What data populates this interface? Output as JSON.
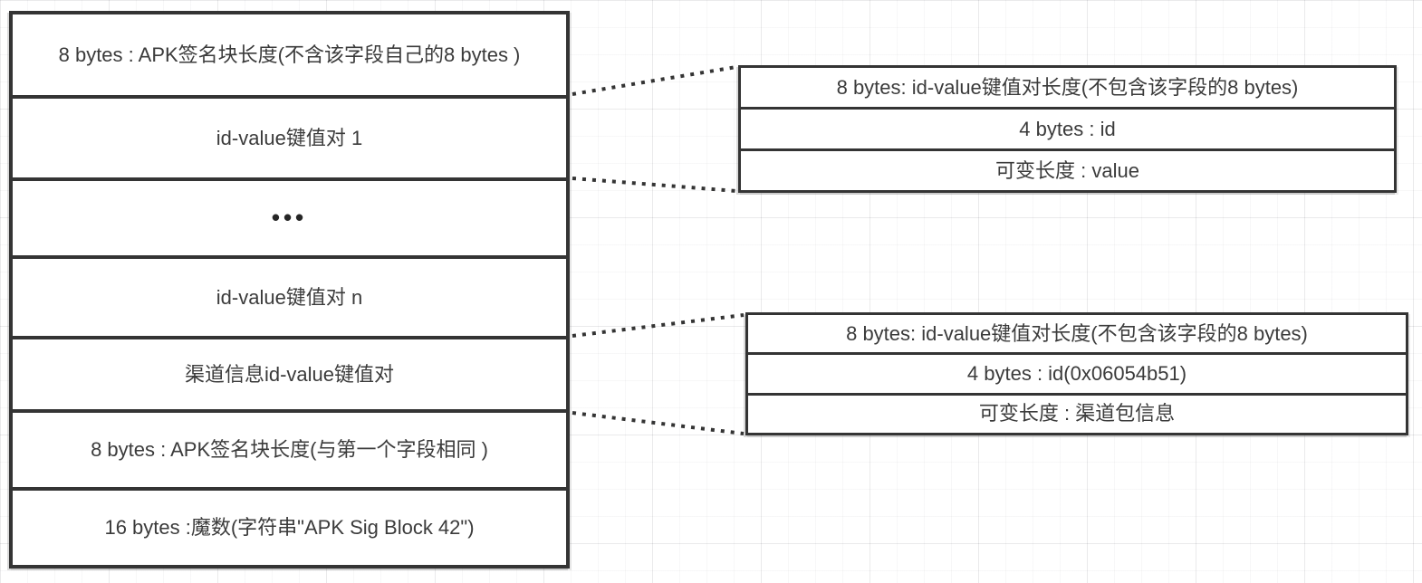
{
  "left_box": {
    "rows": [
      "8 bytes : APK签名块长度(不含该字段自己的8 bytes )",
      "id-value键值对 1",
      "•••",
      "id-value键值对 n",
      "渠道信息id-value键值对",
      "8 bytes : APK签名块长度(与第一个字段相同 )",
      "16 bytes :魔数(字符串\"APK Sig Block 42\")"
    ]
  },
  "top_right_box": {
    "rows": [
      "8 bytes: id-value键值对长度(不包含该字段的8 bytes)",
      "4 bytes : id",
      "可变长度 : value"
    ]
  },
  "bottom_right_box": {
    "rows": [
      "8 bytes: id-value键值对长度(不包含该字段的8 bytes)",
      "4 bytes : id(0x06054b51)",
      "可变长度 : 渠道包信息"
    ]
  },
  "colors": {
    "border": "#343434",
    "text": "#3b3b3b",
    "background": "#ffffff",
    "grid_minor": "#f2f2f4",
    "grid_major": "#e7e7ea"
  }
}
